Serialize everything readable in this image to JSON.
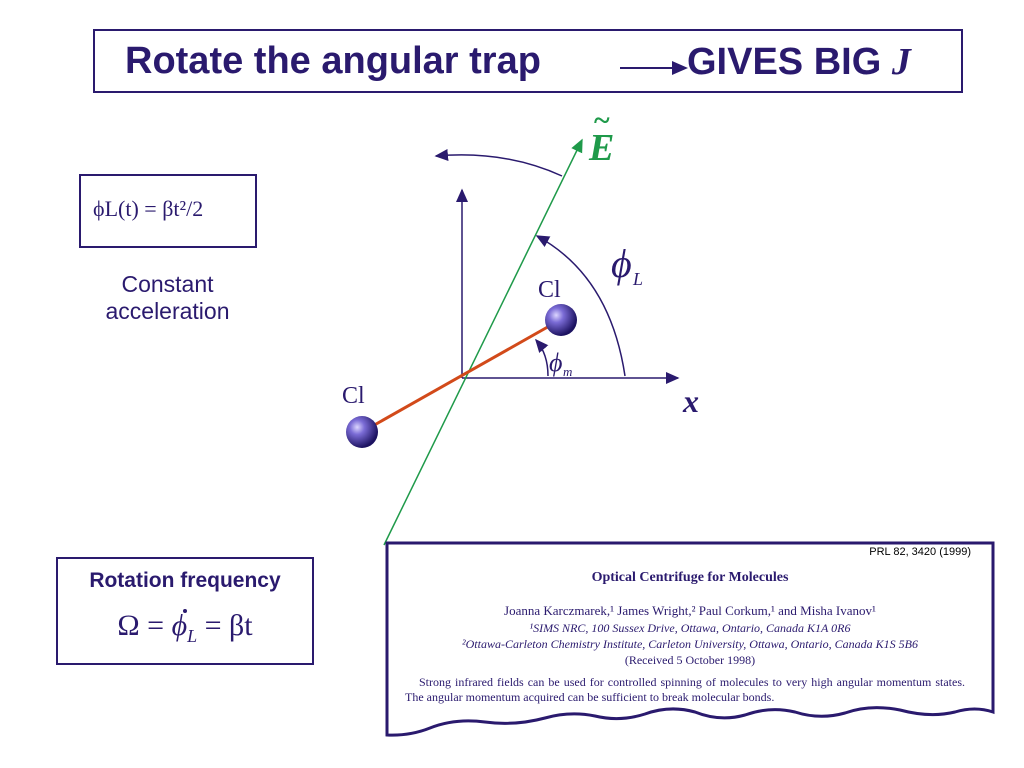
{
  "title": {
    "left": "Rotate the angular trap",
    "right": "GIVES BIG",
    "right_symbol": "J"
  },
  "formula": "ϕL(t) = βt²/2",
  "caption": {
    "line1": "Constant",
    "line2": "acceleration"
  },
  "diagram": {
    "field_label": "E",
    "atom_upper_label": "Cl",
    "atom_lower_label": "Cl",
    "phi_L_label": "ϕ",
    "phi_L_sub": "L",
    "phi_m_label": "ϕ",
    "phi_m_sub": "m",
    "x_axis_label": "x",
    "colors": {
      "axis": "#2a1a6e",
      "field": "#1f9a4a",
      "bond": "#d24a1a",
      "atom": "#4a3aa0"
    }
  },
  "rotation": {
    "title": "Rotation frequency",
    "formula_omega": "Ω =",
    "formula_phi": "ϕ",
    "formula_sub": "L",
    "formula_rest": "= βt"
  },
  "paper": {
    "ref": "PRL 82, 3420 (1999)",
    "title": "Optical Centrifuge for Molecules",
    "authors": "Joanna Karczmarek,¹ James Wright,² Paul Corkum,¹ and Misha Ivanov¹",
    "aff1": "¹SIMS NRC, 100 Sussex Drive, Ottawa, Ontario, Canada K1A 0R6",
    "aff2": "²Ottawa-Carleton Chemistry Institute, Carleton University, Ottawa, Ontario, Canada K1S 5B6",
    "received": "(Received 5 October 1998)",
    "abstract": "Strong infrared fields can be used for controlled spinning of molecules to very high angular momentum states. The angular momentum acquired can be sufficient to break molecular bonds."
  }
}
